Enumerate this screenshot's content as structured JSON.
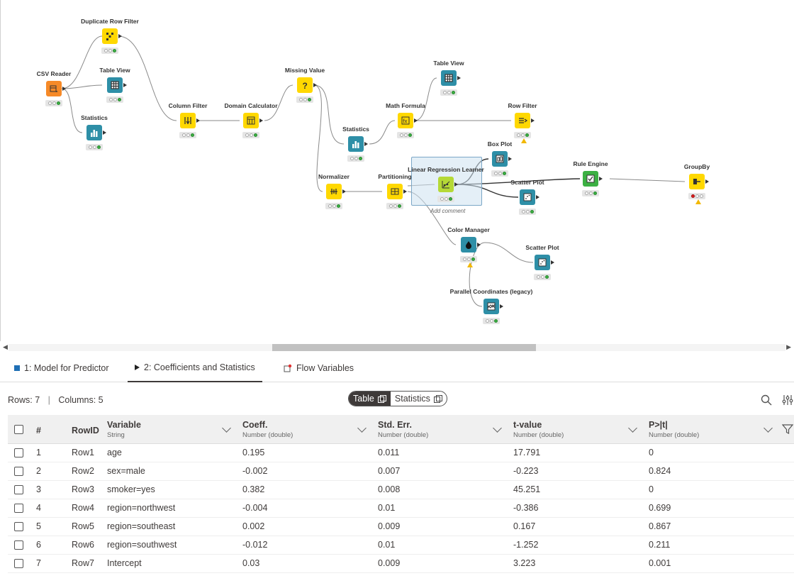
{
  "workflow": {
    "nodes": [
      {
        "id": "dup",
        "label": "Duplicate Row Filter",
        "color": "#ffd800",
        "icon": "duplicate-filter-icon",
        "tl": [
          "",
          "",
          "g"
        ]
      },
      {
        "id": "csv",
        "label": "CSV Reader",
        "color": "#f68a28",
        "icon": "csv-reader-icon",
        "tl": [
          "",
          "",
          "g"
        ]
      },
      {
        "id": "tv1",
        "label": "Table View",
        "color": "#2e8fa7",
        "icon": "table-icon",
        "tl": [
          "",
          "",
          "g"
        ]
      },
      {
        "id": "st1",
        "label": "Statistics",
        "color": "#2e8fa7",
        "icon": "statistics-icon",
        "tl": [
          "",
          "",
          "g"
        ]
      },
      {
        "id": "cf",
        "label": "Column Filter",
        "color": "#ffd800",
        "icon": "column-filter-icon",
        "tl": [
          "",
          "",
          "g"
        ]
      },
      {
        "id": "dc",
        "label": "Domain Calculator",
        "color": "#ffd800",
        "icon": "domain-calculator-icon",
        "tl": [
          "",
          "",
          "g"
        ]
      },
      {
        "id": "mv",
        "label": "Missing Value",
        "color": "#ffd800",
        "icon": "missing-value-icon",
        "tl": [
          "",
          "",
          "g"
        ]
      },
      {
        "id": "tv2",
        "label": "Table View",
        "color": "#2e8fa7",
        "icon": "table-icon",
        "tl": [
          "",
          "",
          "g"
        ]
      },
      {
        "id": "mf",
        "label": "Math Formula",
        "color": "#ffd800",
        "icon": "math-formula-icon",
        "tl": [
          "",
          "",
          "g"
        ]
      },
      {
        "id": "st2",
        "label": "Statistics",
        "color": "#2e8fa7",
        "icon": "statistics-icon",
        "tl": [
          "",
          "",
          "g"
        ]
      },
      {
        "id": "rf",
        "label": "Row Filter",
        "color": "#ffd800",
        "icon": "row-filter-icon",
        "tl": [
          "",
          "",
          "g"
        ],
        "warn": true
      },
      {
        "id": "bp",
        "label": "Box Plot",
        "color": "#2e8fa7",
        "icon": "box-plot-icon",
        "tl": [
          "",
          "",
          "g"
        ]
      },
      {
        "id": "nm",
        "label": "Normalizer",
        "color": "#ffd800",
        "icon": "normalizer-icon",
        "tl": [
          "",
          "",
          "g"
        ]
      },
      {
        "id": "pt",
        "label": "Partitioning",
        "color": "#ffd800",
        "icon": "partitioning-icon",
        "tl": [
          "",
          "",
          "g"
        ]
      },
      {
        "id": "lr",
        "label": "Linear Regression Learner",
        "color": "#b5d936",
        "icon": "regression-icon",
        "tl": [
          "",
          "",
          "g"
        ]
      },
      {
        "id": "sp1",
        "label": "Scatter Plot",
        "color": "#2e8fa7",
        "icon": "scatter-icon",
        "tl": [
          "",
          "",
          "g"
        ]
      },
      {
        "id": "re",
        "label": "Rule Engine",
        "color": "#3cb043",
        "icon": "rule-engine-icon",
        "tl": [
          "",
          "",
          "g"
        ]
      },
      {
        "id": "gb",
        "label": "GroupBy",
        "color": "#ffd800",
        "icon": "groupby-icon",
        "tl": [
          "r",
          "",
          ""
        ],
        "warn": true
      },
      {
        "id": "cm",
        "label": "Color Manager",
        "color": "#2e8fa7",
        "icon": "color-manager-icon",
        "tl": [
          "",
          "",
          "g"
        ],
        "warn": true
      },
      {
        "id": "sp2",
        "label": "Scatter Plot",
        "color": "#2e8fa7",
        "icon": "scatter-icon",
        "tl": [
          "",
          "",
          "g"
        ]
      },
      {
        "id": "pc",
        "label": "Parallel Coordinates (legacy)",
        "color": "#2e8fa7",
        "icon": "parallel-coordinates-icon",
        "tl": [
          "",
          "",
          "g"
        ]
      }
    ],
    "annotation_text": "Add comment"
  },
  "tabs": [
    {
      "label": "1: Model for Predictor",
      "icon": "blue-square-icon"
    },
    {
      "label": "2: Coefficients and Statistics",
      "icon": "play-triangle-icon"
    },
    {
      "label": "Flow Variables",
      "icon": "flow-variable-icon"
    }
  ],
  "info": {
    "rows": "Rows: 7",
    "sep": "|",
    "columns": "Columns: 5"
  },
  "toggle": {
    "table": "Table",
    "statistics": "Statistics"
  },
  "table": {
    "headers": {
      "idx": "#",
      "rowid": "RowID",
      "cols": [
        {
          "title": "Variable",
          "type": "String"
        },
        {
          "title": "Coeff.",
          "type": "Number (double)"
        },
        {
          "title": "Std. Err.",
          "type": "Number (double)"
        },
        {
          "title": "t-value",
          "type": "Number (double)"
        },
        {
          "title": "P>|t|",
          "type": "Number (double)"
        }
      ]
    },
    "rows": [
      {
        "n": "1",
        "id": "Row1",
        "v": "age",
        "c": "0.195",
        "s": "0.011",
        "t": "17.791",
        "p": "0"
      },
      {
        "n": "2",
        "id": "Row2",
        "v": "sex=male",
        "c": "-0.002",
        "s": "0.007",
        "t": "-0.223",
        "p": "0.824"
      },
      {
        "n": "3",
        "id": "Row3",
        "v": "smoker=yes",
        "c": "0.382",
        "s": "0.008",
        "t": "45.251",
        "p": "0"
      },
      {
        "n": "4",
        "id": "Row4",
        "v": "region=northwest",
        "c": "-0.004",
        "s": "0.01",
        "t": "-0.386",
        "p": "0.699"
      },
      {
        "n": "5",
        "id": "Row5",
        "v": "region=southeast",
        "c": "0.002",
        "s": "0.009",
        "t": "0.167",
        "p": "0.867"
      },
      {
        "n": "6",
        "id": "Row6",
        "v": "region=southwest",
        "c": "-0.012",
        "s": "0.01",
        "t": "-1.252",
        "p": "0.211"
      },
      {
        "n": "7",
        "id": "Row7",
        "v": "Intercept",
        "c": "0.03",
        "s": "0.009",
        "t": "3.223",
        "p": "0.001"
      }
    ]
  }
}
